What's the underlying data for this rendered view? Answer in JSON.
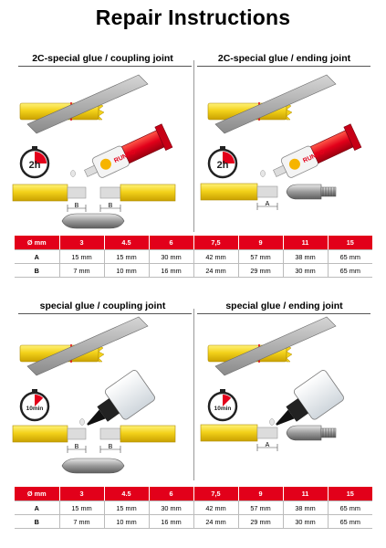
{
  "title": "Repair Instructions",
  "sections": {
    "top_left": "2C-special glue / coupling joint",
    "top_right": "2C-special glue / ending joint",
    "bottom_left": "special glue / coupling joint",
    "bottom_right": "special glue / ending joint"
  },
  "labels": {
    "timer_2h": "2h",
    "timer_10min": "10min",
    "dim_a": "A",
    "dim_b": "B",
    "brand": "RUNPO"
  },
  "table_top": {
    "header": [
      "Ø mm",
      "3",
      "4.5",
      "6",
      "7,5",
      "9",
      "11",
      "15"
    ],
    "rows": [
      {
        "label": "A",
        "cells": [
          "15 mm",
          "15 mm",
          "30 mm",
          "42 mm",
          "57 mm",
          "38 mm",
          "65 mm"
        ]
      },
      {
        "label": "B",
        "cells": [
          "7 mm",
          "10 mm",
          "16 mm",
          "24 mm",
          "29 mm",
          "30 mm",
          "65 mm"
        ]
      }
    ]
  },
  "table_bottom": {
    "header": [
      "Ø mm",
      "3",
      "4.5",
      "6",
      "7,5",
      "9",
      "11",
      "15"
    ],
    "rows": [
      {
        "label": "A",
        "cells": [
          "15 mm",
          "15 mm",
          "30 mm",
          "42 mm",
          "57 mm",
          "38 mm",
          "65 mm"
        ]
      },
      {
        "label": "B",
        "cells": [
          "7 mm",
          "10 mm",
          "16 mm",
          "24 mm",
          "29 mm",
          "30 mm",
          "65 mm"
        ]
      }
    ]
  },
  "colors": {
    "rod_yellow": "#f3d21a",
    "accent_red": "#e2001a",
    "metal_grey": "#9a9a9a"
  }
}
